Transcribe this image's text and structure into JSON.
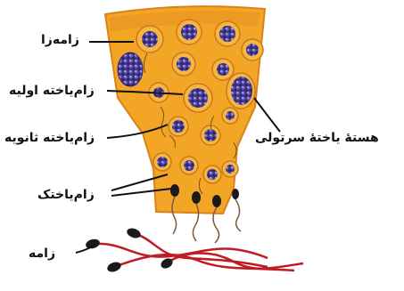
{
  "labels": {
    "spermatogonia": "زامه‌زا",
    "primary_spermatocyte": "زام‌یاخته اولیه",
    "secondary_spermatocyte": "زام‌یاخته ثانویه",
    "spermatid": "زام‌یاختک",
    "sperm": "زامه",
    "sertoli_nucleus": "هستهٔ یاختهٔ سرتولی"
  },
  "colors": {
    "tissue": "#f3a526",
    "tissue_edge": "#d9821a",
    "cell_ring": "#c87a1e",
    "nucleus": "#5a4a9c",
    "nucleus_dark": "#2c2470",
    "sperm_tail": "#c01a22",
    "sperm_head": "#1a1a1a",
    "leader_line": "#111111"
  }
}
